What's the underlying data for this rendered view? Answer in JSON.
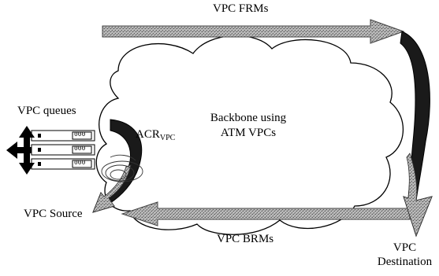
{
  "labels": {
    "frm": "VPC FRMs",
    "brm": "VPC BRMs",
    "queues": "VPC queues",
    "source": "VPC Source",
    "acr_main": "ACR",
    "acr_sub": "VPC",
    "cloud_line1": "Backbone using",
    "cloud_line2": "ATM VPCs",
    "dest_line1": "VPC",
    "dest_line2": "Destination"
  },
  "queue_labels": [
    "000",
    "000",
    "000"
  ],
  "colors": {
    "arrow_fill": "#9a9a9a",
    "arrow_dark": "#1a1a1a",
    "outline": "#000000",
    "background": "#ffffff"
  }
}
